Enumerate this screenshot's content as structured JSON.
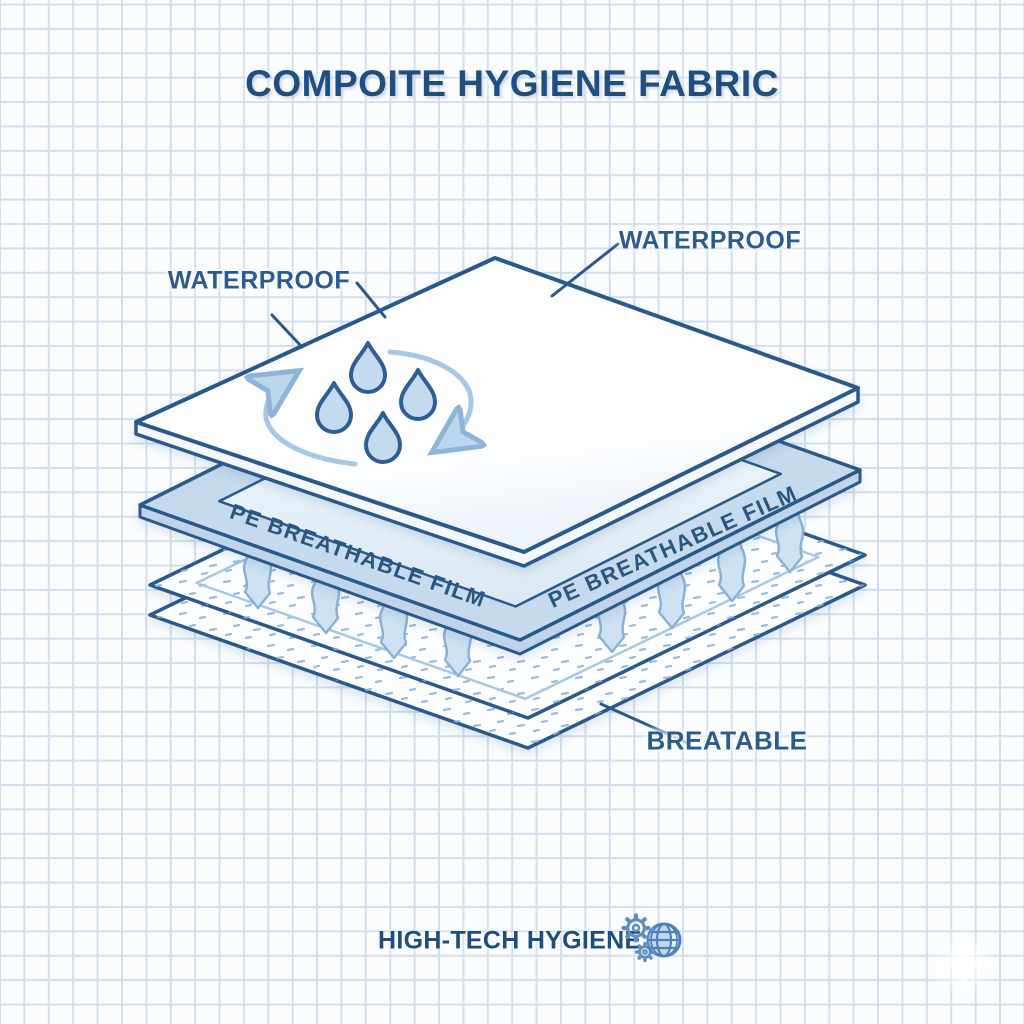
{
  "title": "COMPOITE HYGIENE FABRIC",
  "labels": {
    "waterproof": "WATERPROOF",
    "pe_film": "PE BREATHABLE FILM",
    "breathable": "BREATABLE"
  },
  "footer": {
    "brand": "HIGH-TECH HYGIENE"
  },
  "diagram": {
    "type": "exploded-layer-illustration",
    "layers": [
      {
        "name": "waterproof-top-sheet",
        "label": "WATERPROOF",
        "label_instances": 2
      },
      {
        "name": "pe-breathable-film",
        "label": "PE BREATHABLE FILM",
        "label_instances": 2
      },
      {
        "name": "breathable-backing",
        "label": "BREATABLE",
        "sheet_count": 2
      }
    ],
    "water_droplet_count": 4,
    "airflow_arrow_count": 8,
    "circulation_arrow_arcs": 2
  },
  "colors": {
    "outline_navy": "#2a5a8c",
    "title_navy": "#1e4f80",
    "label_blue": "#2b5c8e",
    "film_fill_blue": "#c6daed",
    "droplet_fill": "#c3daef",
    "accent_light_blue": "#a6c7e5",
    "speckle_blue": "#8ab3da",
    "grid_line": "#d2dfee",
    "paper": "#fafcfe"
  }
}
